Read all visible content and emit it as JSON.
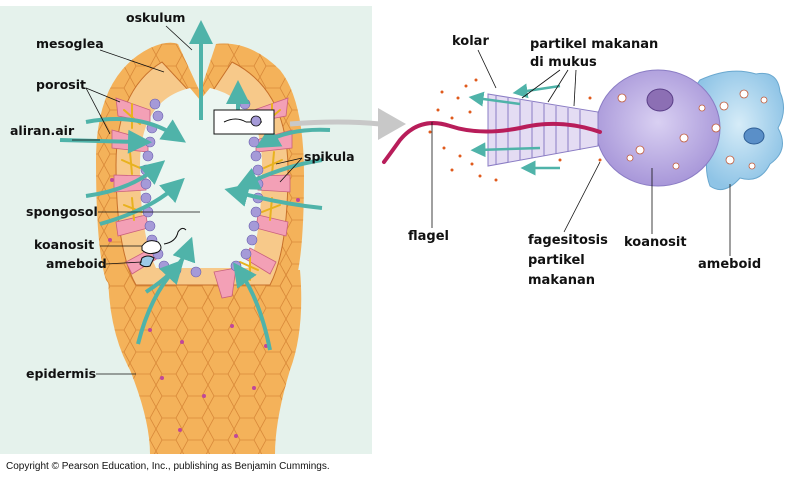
{
  "labels": {
    "oskulum": "oskulum",
    "mesoglea": "mesoglea",
    "porosit": "porosit",
    "aliran_air": "aliran.air",
    "spikula": "spikula",
    "spongosol": "spongosol",
    "koanosit": "koanosit",
    "ameboid": "ameboid",
    "epidermis": "epidermis",
    "kolar": "kolar",
    "partikel_line1": "partikel makanan",
    "partikel_line2": "di mukus",
    "flagel": "flagel",
    "fagesitosis_line1": "fagesitosis",
    "fagesitosis_line2": "partikel",
    "fagesitosis_line3": "makanan",
    "koanosit_right": "koanosit",
    "ameboid_right": "ameboid"
  },
  "copyright": "Copyright © Pearson Education, Inc., publishing as Benjamin Cummings.",
  "colors": {
    "panel_bg": "#e5f2ec",
    "body_orange": "#f4b25a",
    "body_light": "#f9d08c",
    "water_arrow": "#4fb3a9",
    "choanocyte": "#a59ad8",
    "amoebocyte": "#9ccbe8",
    "flagellum": "#b81d5a",
    "particles": "#e05a1c"
  }
}
